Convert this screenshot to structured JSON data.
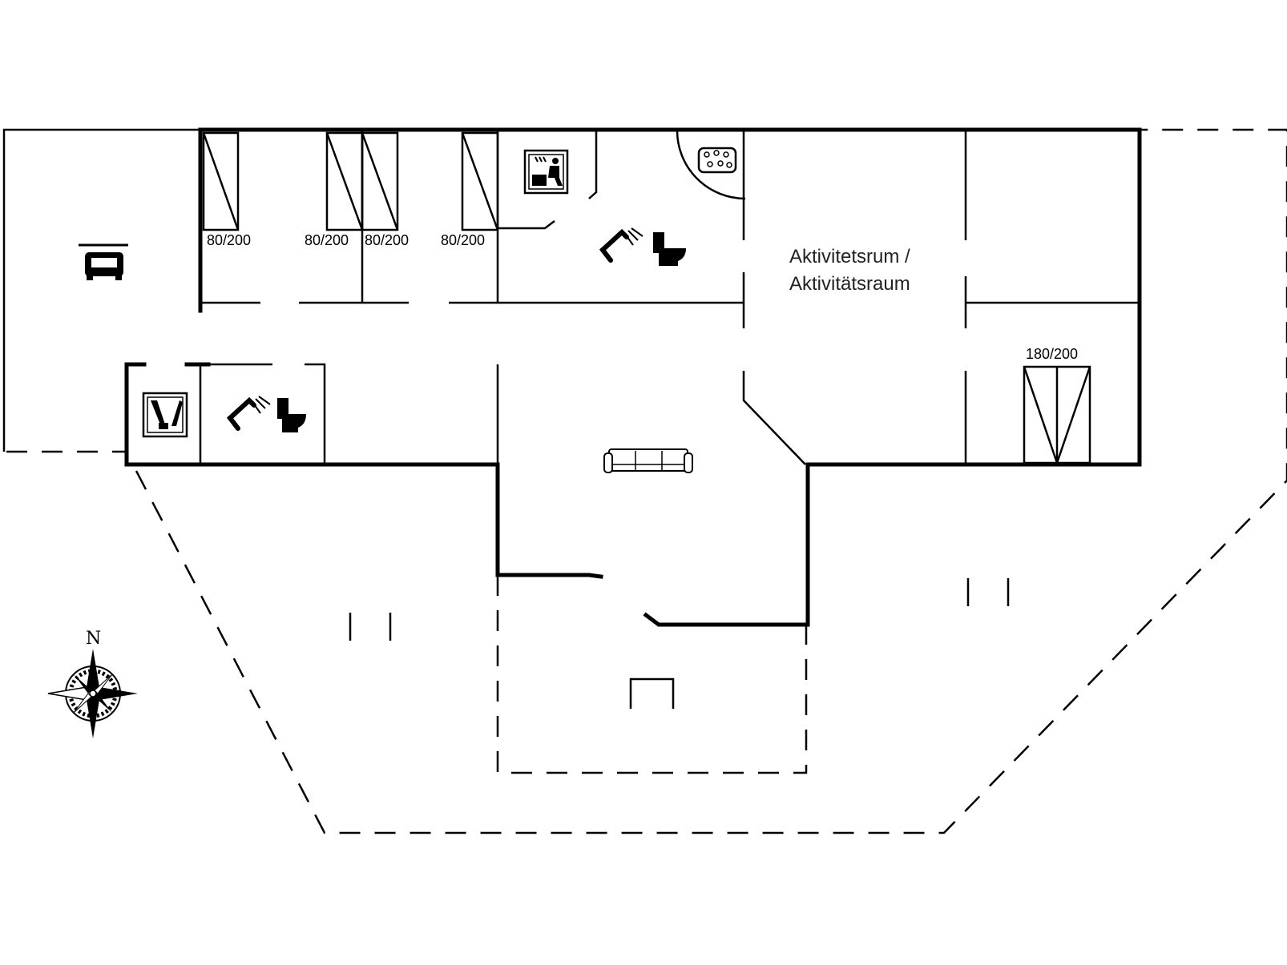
{
  "plan": {
    "beds": [
      {
        "id": "bed-1",
        "size": "80/200"
      },
      {
        "id": "bed-2",
        "size": "80/200"
      },
      {
        "id": "bed-3",
        "size": "80/200"
      },
      {
        "id": "bed-4",
        "size": "80/200"
      },
      {
        "id": "bed-5",
        "size": "180/200"
      }
    ],
    "activity_room": {
      "line1": "Aktivitetsrum /",
      "line2": "Aktivitätsraum"
    },
    "compass": {
      "north": "N"
    },
    "icons": [
      "car-icon",
      "sauna-icon",
      "whirlpool-icon",
      "shower-icon",
      "toilet-icon",
      "washing-machine-icon",
      "sofa-icon",
      "compass-rose-icon"
    ]
  }
}
